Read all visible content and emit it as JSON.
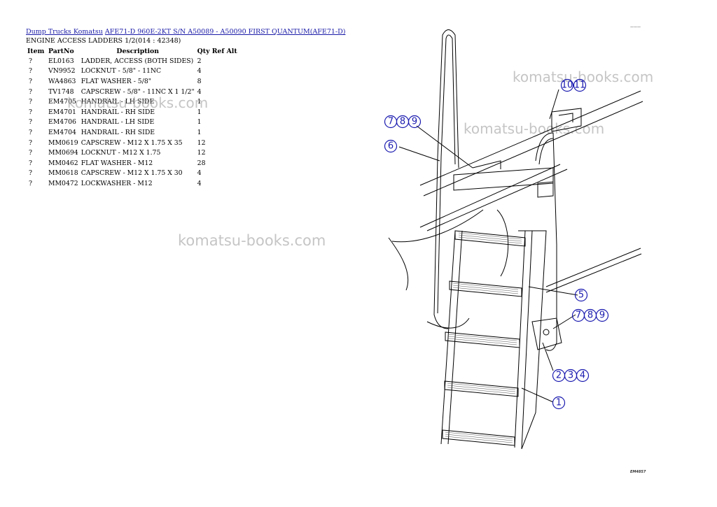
{
  "breadcrumb": {
    "link1": "Dump Trucks Komatsu",
    "link2": "AFE71-D 960E-2KT S/N A50089 - A50090 FIRST QUANTUM(AFE71-D)"
  },
  "subtitle": "ENGINE ACCESS LADDERS 1/2(014 : 42348)",
  "table": {
    "headers": {
      "item": "Item",
      "partno": "PartNo",
      "description": "Description",
      "qty": "Qty Ref Alt"
    },
    "rows": [
      {
        "item": "?",
        "partno": "EL0163",
        "description": "LADDER, ACCESS (BOTH SIDES)",
        "qty": "2"
      },
      {
        "item": "?",
        "partno": "VN9952",
        "description": "LOCKNUT - 5/8\" - 11NC",
        "qty": "4"
      },
      {
        "item": "?",
        "partno": "WA4863",
        "description": "FLAT WASHER - 5/8\"",
        "qty": "8"
      },
      {
        "item": "?",
        "partno": "TV1748",
        "description": "CAPSCREW - 5/8\" - 11NC X 1 1/2\"",
        "qty": "4"
      },
      {
        "item": "?",
        "partno": "EM4705",
        "description": "HANDRAIL - LH SIDE",
        "qty": "1"
      },
      {
        "item": "?",
        "partno": "EM4701",
        "description": "HANDRAIL - RH SIDE",
        "qty": "1"
      },
      {
        "item": "?",
        "partno": "EM4706",
        "description": "HANDRAIL - LH SIDE",
        "qty": "1"
      },
      {
        "item": "?",
        "partno": "EM4704",
        "description": "HANDRAIL - RH SIDE",
        "qty": "1"
      },
      {
        "item": "?",
        "partno": "MM0619",
        "description": "CAPSCREW - M12 X 1.75 X 35",
        "qty": "12"
      },
      {
        "item": "?",
        "partno": "MM0694",
        "description": "LOCKNUT - M12 X 1.75",
        "qty": "12"
      },
      {
        "item": "?",
        "partno": "MM0462",
        "description": "FLAT WASHER - M12",
        "qty": "28"
      },
      {
        "item": "?",
        "partno": "MM0618",
        "description": "CAPSCREW - M12 X 1.75 X 30",
        "qty": "4"
      },
      {
        "item": "?",
        "partno": "MM0472",
        "description": "LOCKWASHER - M12",
        "qty": "4"
      }
    ]
  },
  "watermark": "komatsu-books.com",
  "drawing": {
    "code_top": "———",
    "code_bottom": "EM4857",
    "callouts": [
      "10",
      "11",
      "7",
      "8",
      "9",
      "6",
      "5",
      "7",
      "8",
      "9",
      "2",
      "3",
      "4",
      "1"
    ]
  },
  "colors": {
    "link": "#1a1aa8",
    "callout": "#1a1ab0",
    "watermark": "#969696"
  }
}
